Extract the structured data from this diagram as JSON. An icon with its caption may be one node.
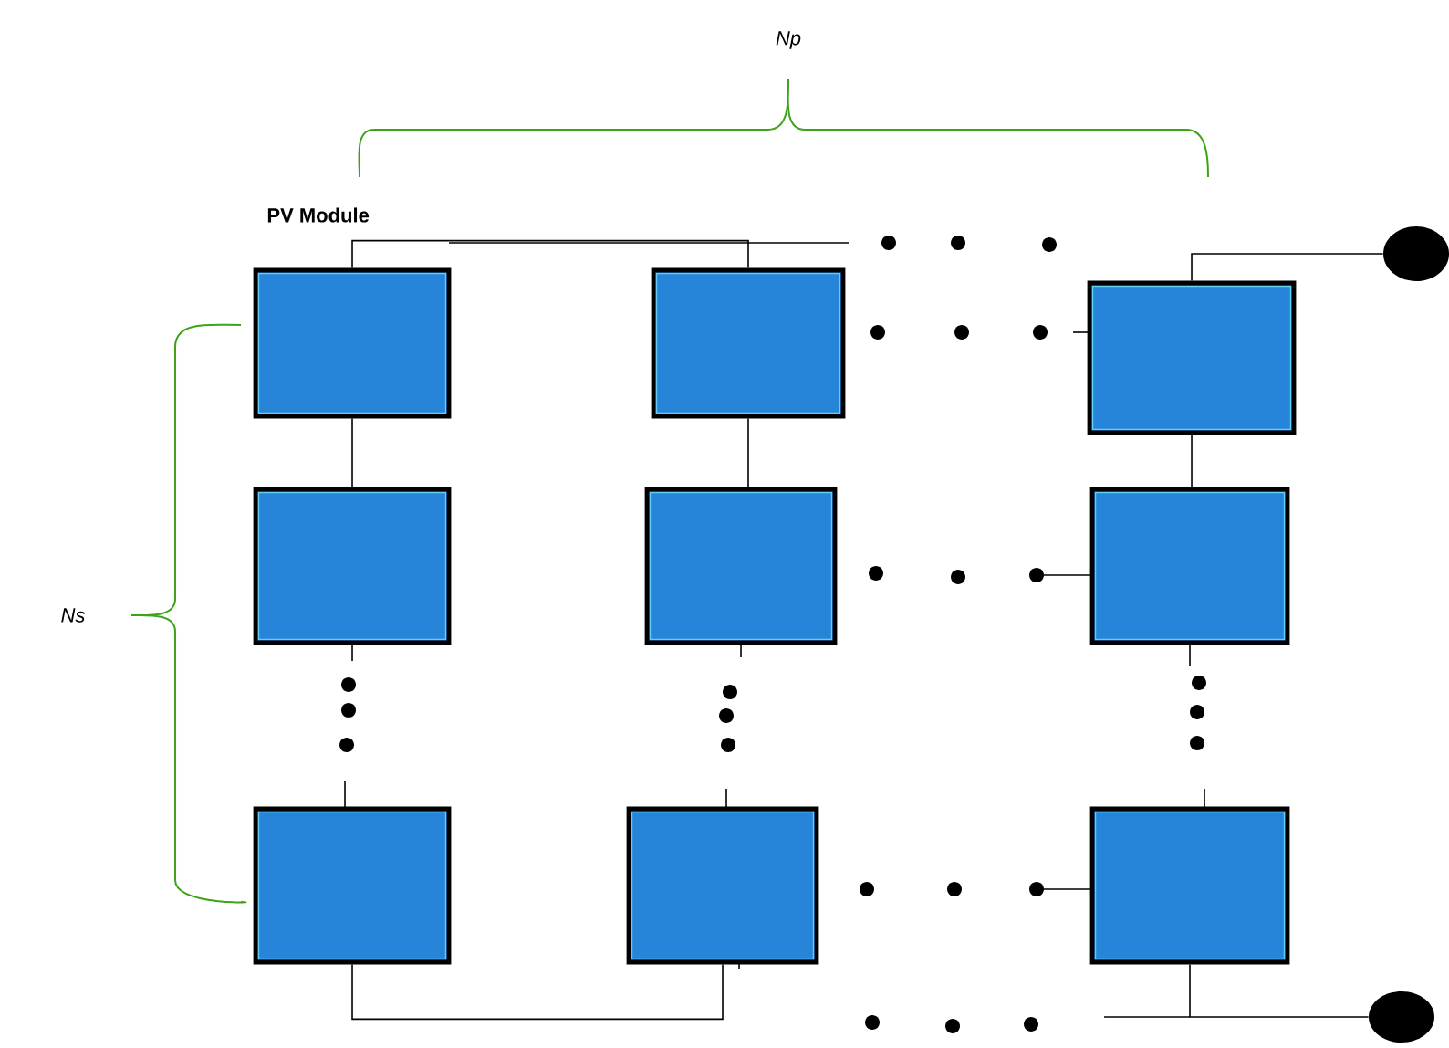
{
  "diagram": {
    "nodes": [
      {
        "text": [],
        "shape": "box",
        "beside": [
          "PV Module"
        ]
      },
      {
        "text": [],
        "shape": "box"
      },
      {
        "text": [],
        "shape": "box"
      },
      {
        "text": [],
        "shape": "box"
      },
      {
        "text": [],
        "shape": "box"
      },
      {
        "text": [],
        "shape": "box"
      },
      {
        "text": [],
        "shape": "box"
      },
      {
        "text": [],
        "shape": "box"
      },
      {
        "text": [],
        "shape": "box"
      },
      {
        "text": [],
        "shape": "circle"
      },
      {
        "text": [],
        "shape": "circle"
      }
    ],
    "edges": [
      {
        "from": 0,
        "to": 1,
        "arrow": "none"
      },
      {
        "from": 2,
        "to": 9,
        "arrow": "none"
      },
      {
        "from": 0,
        "to": 3,
        "arrow": "none"
      },
      {
        "from": 1,
        "to": 4,
        "arrow": "none"
      },
      {
        "from": 2,
        "to": 5,
        "arrow": "none"
      },
      {
        "from": 6,
        "to": 7,
        "arrow": "none"
      },
      {
        "from": 8,
        "to": 10,
        "arrow": "none"
      }
    ],
    "labels": [
      "Np",
      "Ns"
    ]
  }
}
